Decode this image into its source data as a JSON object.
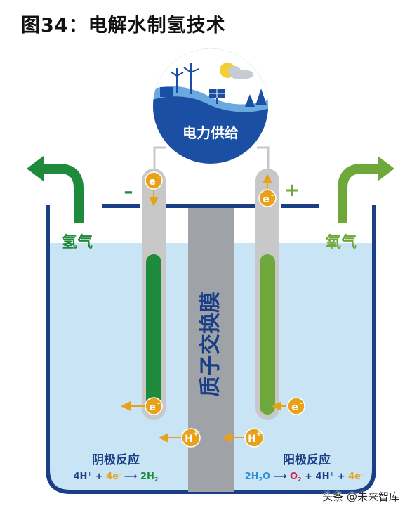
{
  "title": "图34：电解水制氢技术",
  "power": {
    "label": "电力供给"
  },
  "gases": {
    "hydrogen": "氢气",
    "oxygen": "氧气"
  },
  "polarity": {
    "negative": "–",
    "positive": "+"
  },
  "membrane": {
    "label": "质子交换膜"
  },
  "particles": {
    "electron": "e",
    "electron_sup": "-",
    "proton": "H",
    "proton_sup": "+"
  },
  "cathode": {
    "title": "阴极反应",
    "eq": {
      "a": "4H",
      "a_sup": "+",
      "plus": " + ",
      "b": "4e",
      "b_sup": "-",
      "arrow": " ⟶ ",
      "c": "2H",
      "c_sub": "2"
    }
  },
  "anode": {
    "title": "阳极反应",
    "eq": {
      "a": "2H",
      "a_sub": "2",
      "a_tail": "O",
      "arrow": " ⟶ ",
      "b": "O",
      "b_sub": "2",
      "plus1": " + ",
      "c": "4H",
      "c_sup": "+",
      "plus2": " + ",
      "d": "4e",
      "d_sup": "-"
    }
  },
  "watermark": "头条 @未来智库",
  "colors": {
    "tank": "#1a3f86",
    "water": "#c9e4f4",
    "membrane": "#9fa3a8",
    "cathode": "#1e8a3c",
    "anode": "#6ea83a",
    "electron": "#e8a21a",
    "circle": "#1b4fa3"
  }
}
